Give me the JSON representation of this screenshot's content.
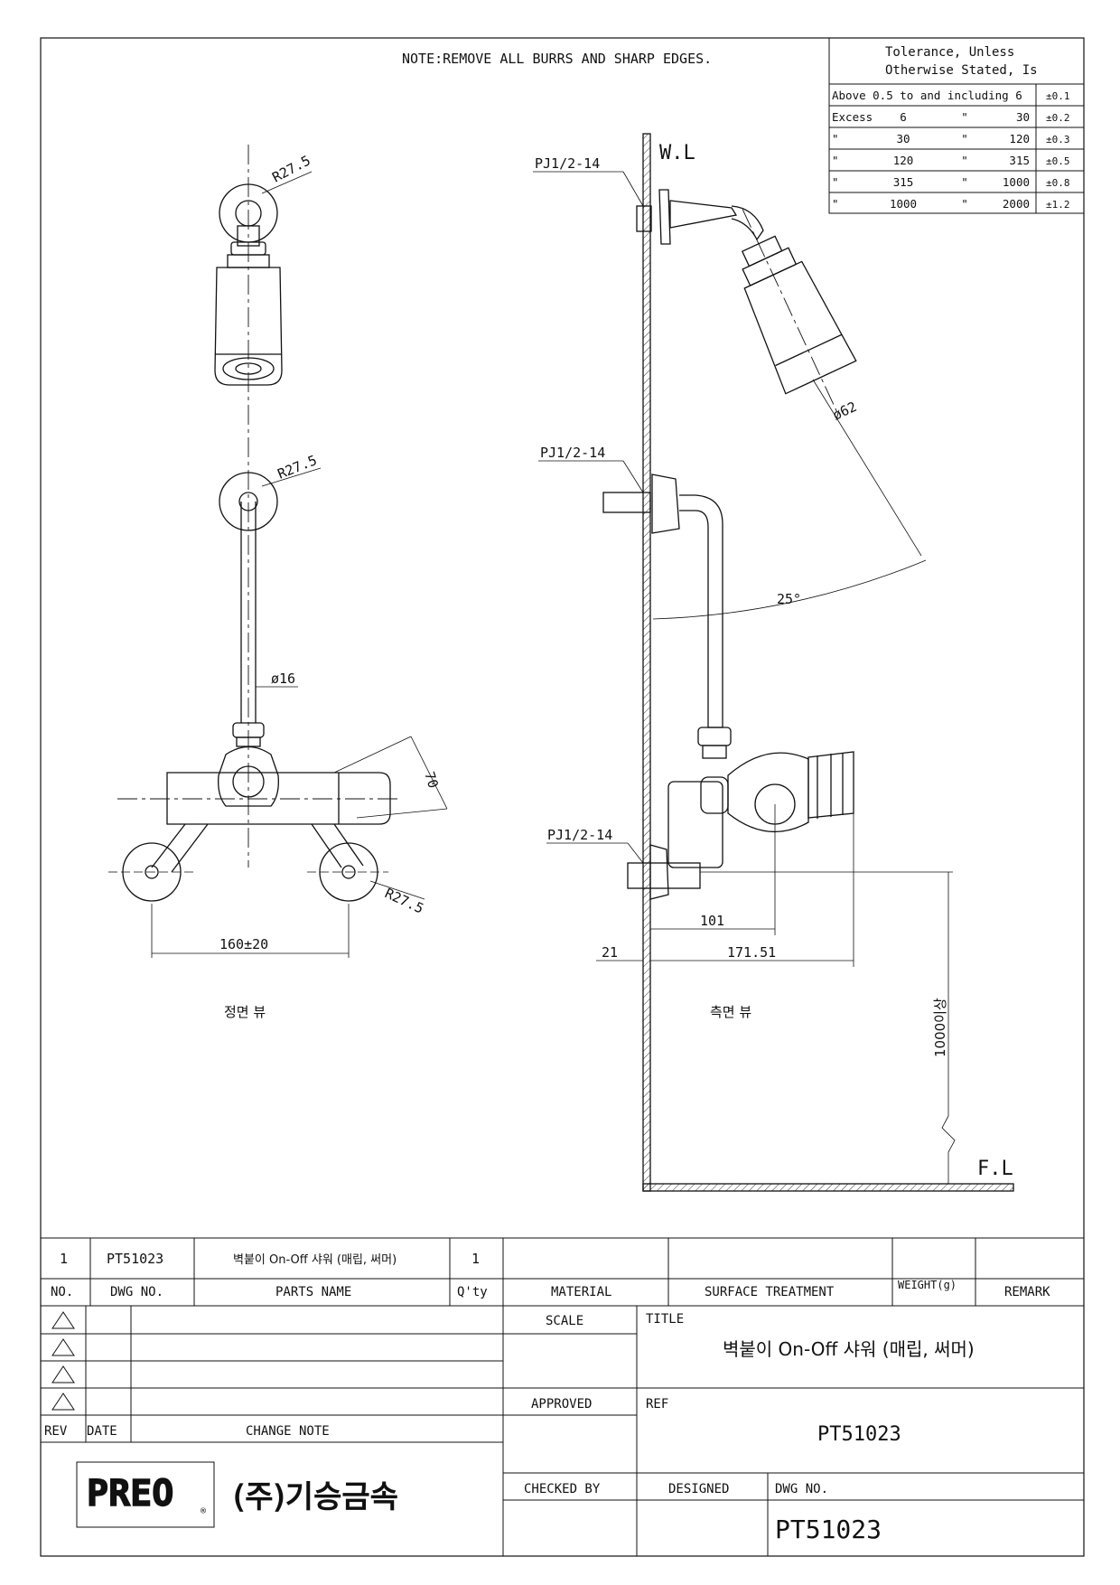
{
  "note": "NOTE:REMOVE ALL BURRS AND SHARP EDGES.",
  "tolerance": {
    "header_line1": "Tolerance, Unless",
    "header_line2": "Otherwise Stated, Is",
    "first_row": {
      "text": "Above 0.5 to and including 6",
      "tol": "±0.1"
    },
    "rows": [
      {
        "c1": "Excess",
        "c2": "6",
        "c3": "\"",
        "c4": "30",
        "tol": "±0.2"
      },
      {
        "c1": "\"",
        "c2": "30",
        "c3": "\"",
        "c4": "120",
        "tol": "±0.3"
      },
      {
        "c1": "\"",
        "c2": "120",
        "c3": "\"",
        "c4": "315",
        "tol": "±0.5"
      },
      {
        "c1": "\"",
        "c2": "315",
        "c3": "\"",
        "c4": "1000",
        "tol": "±0.8"
      },
      {
        "c1": "\"",
        "c2": "1000",
        "c3": "\"",
        "c4": "2000",
        "tol": "±1.2"
      }
    ]
  },
  "front_view": {
    "r_top": "R27.5",
    "r_mid": "R27.5",
    "r_bottom": "R27.5",
    "pipe_dia": "ø16",
    "valve_depth": "70",
    "spacing": "160±20",
    "label": "정면 뷰"
  },
  "side_view": {
    "wall_line": "W.L",
    "floor_line": "F.L",
    "thread_top": "PJ1/2-14",
    "thread_mid": "PJ1/2-14",
    "thread_bottom": "PJ1/2-14",
    "head_dia": "ø62",
    "angle": "25°",
    "dim_101": "101",
    "dim_21": "21",
    "dim_171": "171.51",
    "height": "1000이상",
    "label": "측면 뷰"
  },
  "title_block": {
    "parts_row": {
      "no": "1",
      "dwg_no": "PT51023",
      "parts_name": "벽붙이 On-Off 샤워 (매립, 써머)",
      "qty": "1"
    },
    "headers": {
      "no": "NO.",
      "dwg_no": "DWG NO.",
      "parts_name": "PARTS NAME",
      "qty": "Q'ty",
      "material": "MATERIAL",
      "surface": "SURFACE TREATMENT",
      "weight": "WEIGHT(g)",
      "remark": "REMARK"
    },
    "rev_label": "REV",
    "date_label": "DATE",
    "change_note_label": "CHANGE NOTE",
    "scale_label": "SCALE",
    "title_label": "TITLE",
    "title_value": "벽붙이 On-Off 샤워 (매립, 써머)",
    "approved_label": "APPROVED",
    "ref_label": "REF",
    "ref_value": "PT51023",
    "checked_label": "CHECKED BY",
    "designed_label": "DESIGNED",
    "dwgno_label": "DWG NO.",
    "dwgno_value": "PT51023",
    "logo_text": "PREO",
    "company": "(주)기승금속"
  }
}
